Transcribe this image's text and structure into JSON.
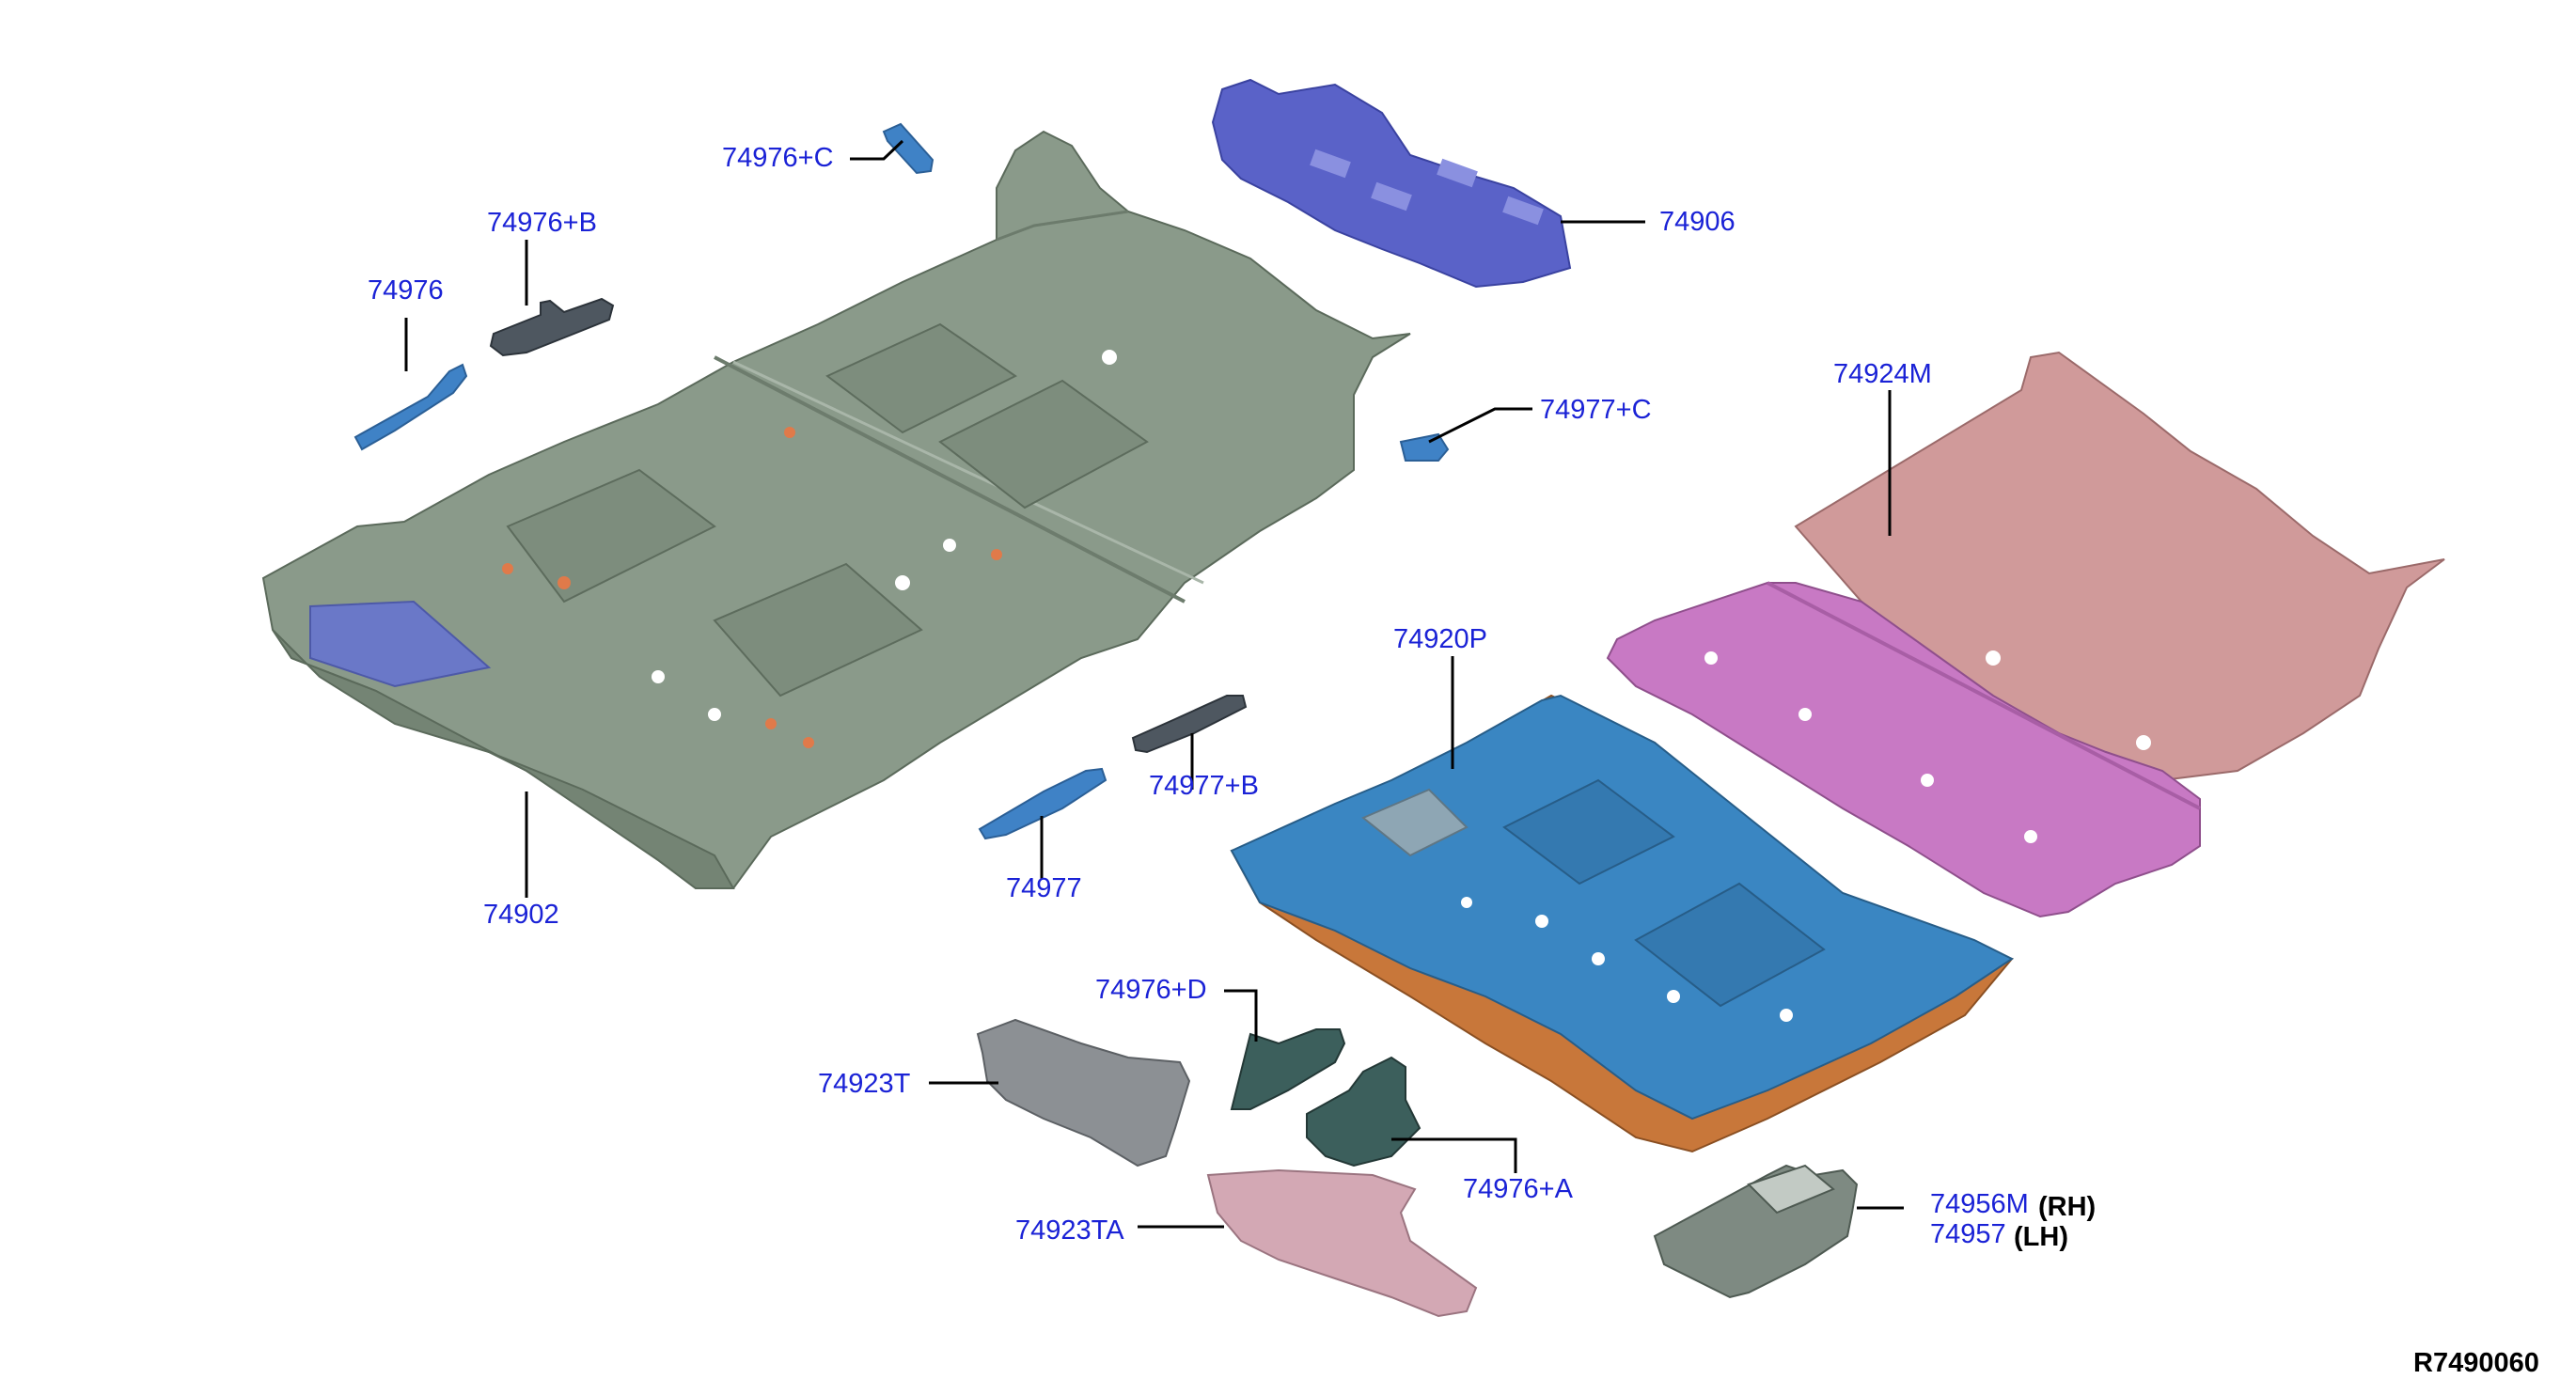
{
  "diagram": {
    "code": "R7490060",
    "colors": {
      "label": "#1a22d6",
      "main_carpet": "#8a9a8a",
      "rear_carpet": "#5a62c8",
      "front_carpet_assembly": "#3a86c2",
      "rear_floor_assembly": "#c879c4",
      "rear_floor_top": "#d09a9a",
      "insulator_gray": "#8c9094",
      "insulator_pink": "#d3a8b4",
      "spacer_blue": "#3f82c6",
      "spacer_dark": "#4e5760",
      "kick_pad_dark": "#3c5f5c",
      "mat": "#7e8a82"
    }
  },
  "parts": [
    {
      "id": "p74976c",
      "number": "74976+C"
    },
    {
      "id": "p74976b",
      "number": "74976+B"
    },
    {
      "id": "p74976",
      "number": "74976"
    },
    {
      "id": "p74906",
      "number": "74906"
    },
    {
      "id": "p74977c",
      "number": "74977+C"
    },
    {
      "id": "p74924m",
      "number": "74924M"
    },
    {
      "id": "p74920p",
      "number": "74920P"
    },
    {
      "id": "p74977b",
      "number": "74977+B"
    },
    {
      "id": "p74977",
      "number": "74977"
    },
    {
      "id": "p74902",
      "number": "74902"
    },
    {
      "id": "p74976d",
      "number": "74976+D"
    },
    {
      "id": "p74923t",
      "number": "74923T"
    },
    {
      "id": "p74976a",
      "number": "74976+A"
    },
    {
      "id": "p74923ta",
      "number": "74923TA"
    },
    {
      "id": "p74956m",
      "number": "74956M",
      "side": "(RH)"
    },
    {
      "id": "p74957",
      "number": "74957",
      "side": "(LH)"
    }
  ]
}
